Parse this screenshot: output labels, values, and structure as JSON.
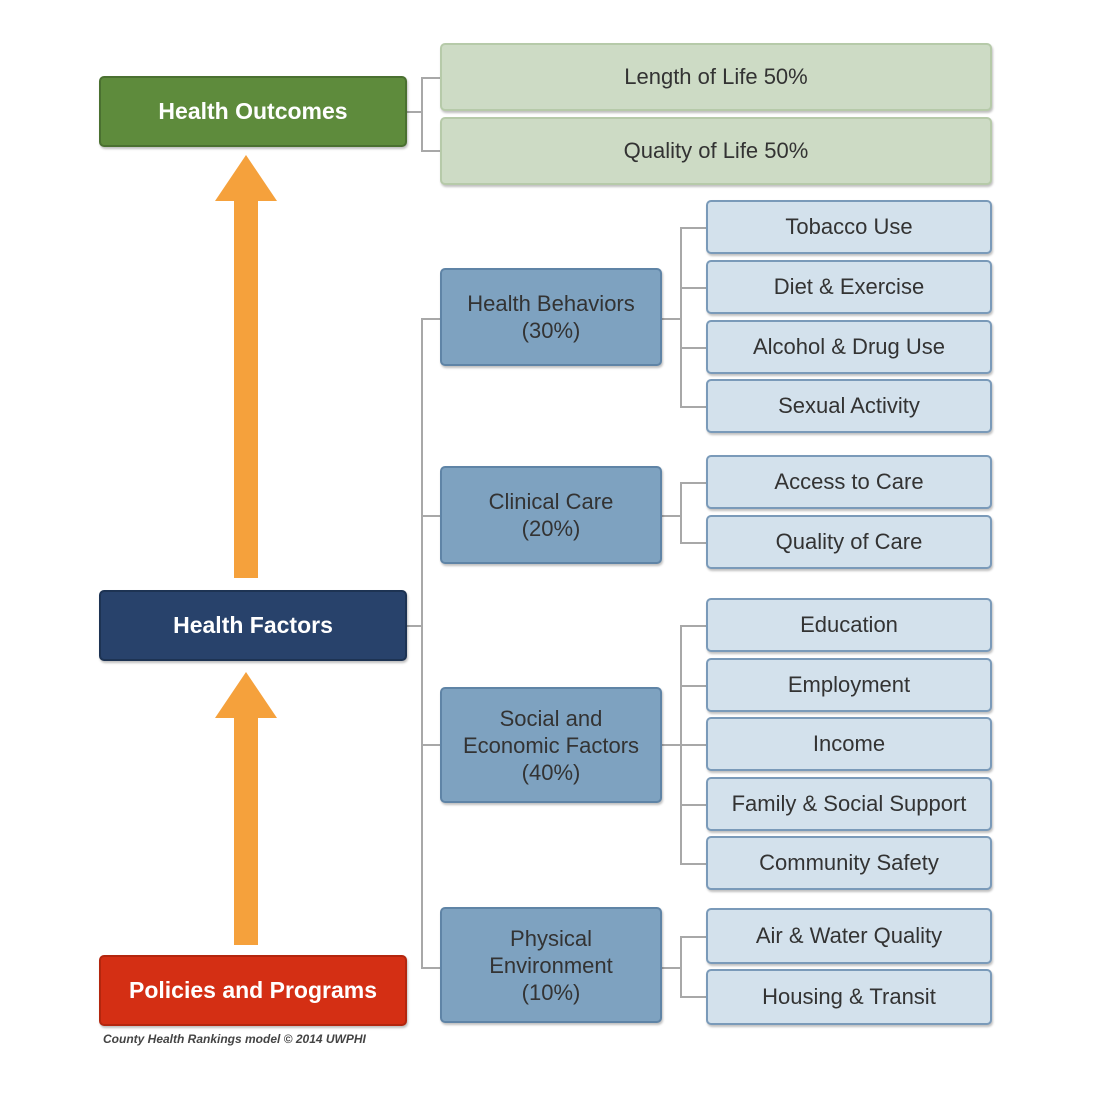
{
  "colors": {
    "health_outcomes": "#5e8b3c",
    "health_factors": "#28426b",
    "policies_programs": "#d42f14",
    "arrow": "#f5a13c"
  },
  "main": {
    "health_outcomes": "Health Outcomes",
    "health_factors": "Health Factors",
    "policies_programs": "Policies and Programs"
  },
  "outcomes": [
    "Length of Life 50%",
    "Quality of Life 50%"
  ],
  "factors": [
    {
      "title": "Health Behaviors",
      "weight": "(30%)",
      "items": [
        "Tobacco Use",
        "Diet & Exercise",
        "Alcohol & Drug Use",
        "Sexual Activity"
      ]
    },
    {
      "title": "Clinical Care",
      "weight": "(20%)",
      "items": [
        "Access to Care",
        "Quality of Care"
      ]
    },
    {
      "title": "Social and",
      "title2": "Economic Factors",
      "weight": "(40%)",
      "items": [
        "Education",
        "Employment",
        "Income",
        "Family & Social Support",
        "Community Safety"
      ]
    },
    {
      "title": "Physical",
      "title2": "Environment",
      "weight": "(10%)",
      "items": [
        "Air & Water Quality",
        "Housing & Transit"
      ]
    }
  ],
  "caption": "County Health Rankings model © 2014 UWPHI"
}
